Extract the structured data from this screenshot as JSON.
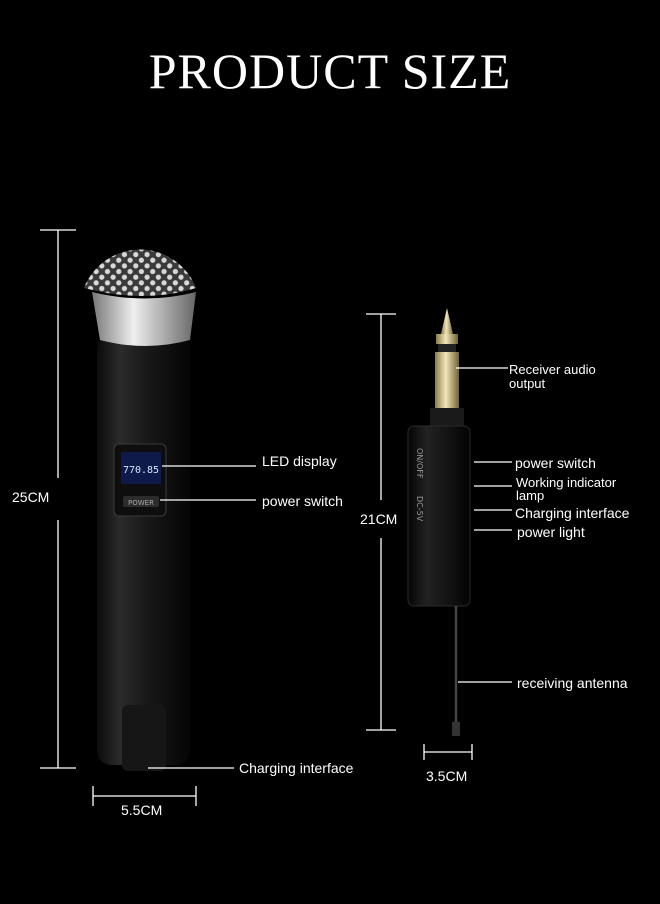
{
  "title": "PRODUCT SIZE",
  "microphone": {
    "height": "25CM",
    "width": "5.5CM",
    "display_text": "770.85",
    "button_text": "POWER",
    "labels": {
      "led_display": "LED display",
      "power_switch": "power switch",
      "charging_interface": "Charging interface"
    }
  },
  "receiver": {
    "height": "21CM",
    "width": "3.5CM",
    "body_text_1": "ON/OFF",
    "body_text_2": "DC-5V",
    "labels": {
      "audio_output_line1": "Receiver audio",
      "audio_output_line2": "output",
      "power_switch": "power switch",
      "indicator_line1": "Working indicator",
      "indicator_line2": "lamp",
      "charging_interface": "Charging interface",
      "power_light": "power light",
      "antenna": "receiving antenna"
    }
  }
}
